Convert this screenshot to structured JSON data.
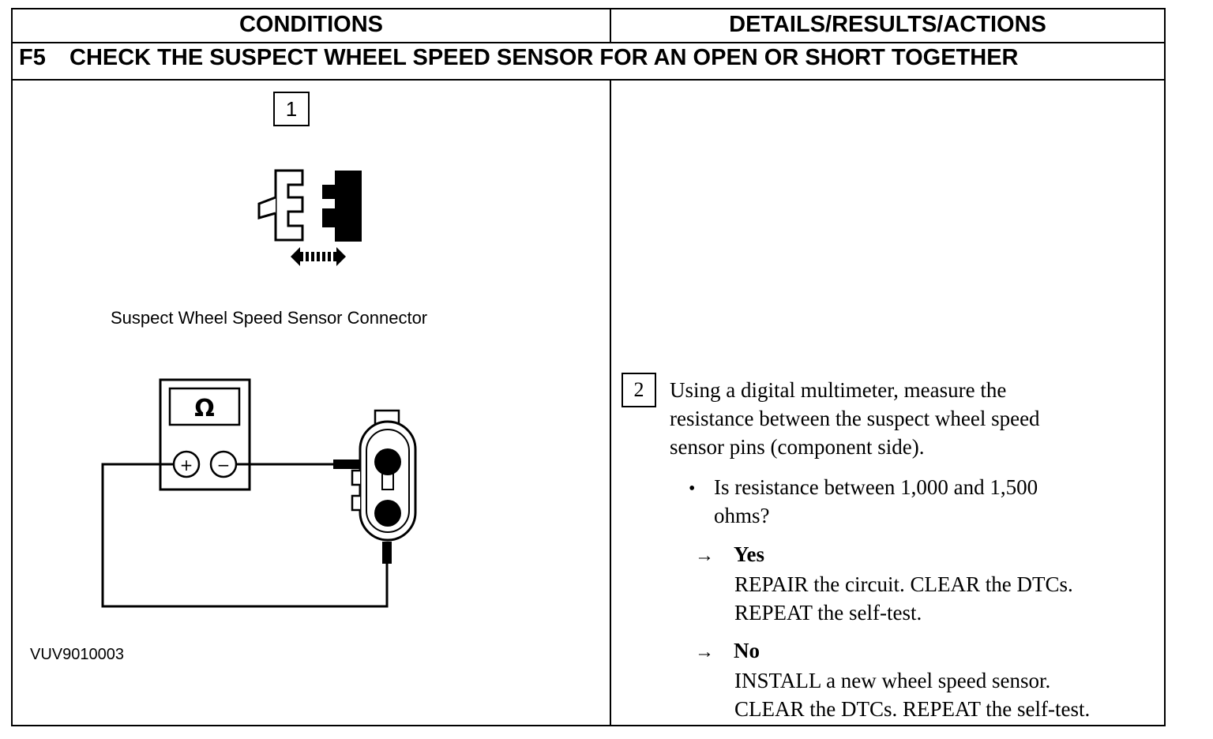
{
  "header": {
    "conditions": "CONDITIONS",
    "details": "DETAILS/RESULTS/ACTIONS"
  },
  "step": {
    "number": "F5",
    "title": "CHECK THE SUSPECT WHEEL SPEED SENSOR FOR AN OPEN OR SHORT TOGETHER"
  },
  "conditions": {
    "step1_label": "1",
    "caption": "Suspect Wheel Speed Sensor Connector",
    "meter_symbol": "Ω",
    "meter_plus": "+",
    "meter_minus": "−",
    "figure_id": "VUV9010003"
  },
  "details": {
    "step2_label": "2",
    "instruction": [
      "Using a digital multimeter, measure the",
      "resistance between the suspect wheel speed",
      "sensor pins (component side)."
    ],
    "question": [
      "Is resistance between 1,000 and 1,500",
      "ohms?"
    ],
    "bullet": "•",
    "arrow": "→",
    "yes": {
      "label": "Yes",
      "lines": [
        "REPAIR the circuit. CLEAR the DTCs.",
        "REPEAT the self-test."
      ]
    },
    "no": {
      "label": "No",
      "lines": [
        "INSTALL a new wheel speed sensor.",
        "CLEAR the DTCs. REPEAT the self-test."
      ]
    }
  }
}
